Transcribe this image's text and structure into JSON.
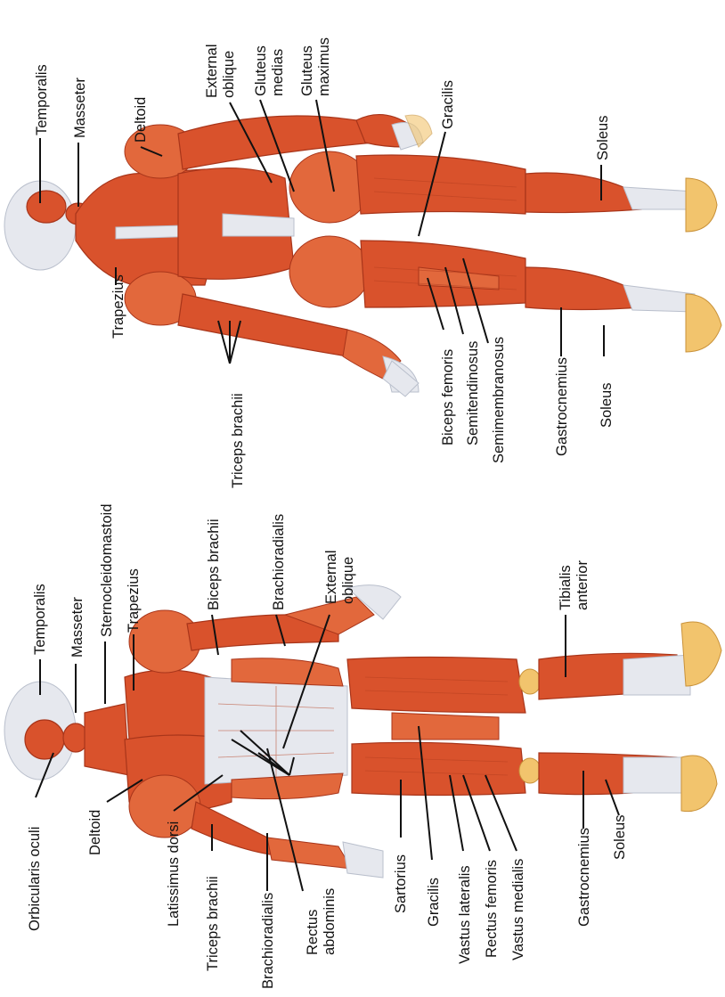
{
  "figures": {
    "anterior": {
      "labels": {
        "orbicularis_oculi": "Orbicularis oculi",
        "temporalis": "Temporalis",
        "masseter": "Masseter",
        "sternocleidomastoid": "Sternocleidomastoid",
        "trapezius": "Trapezius",
        "deltoid": "Deltoid",
        "biceps_brachii": "Biceps brachii",
        "latissimus_dorsi": "Latissimus dorsi",
        "triceps_brachii": "Triceps brachii",
        "brachioradialis_arm": "Brachioradialis",
        "brachioradialis_left": "Brachioradialis",
        "rectus_abdominis_1": "Rectus",
        "rectus_abdominis_2": "abdominis",
        "external_oblique_1": "External",
        "external_oblique_2": "oblique",
        "sartorius": "Sartorius",
        "gracilis": "Gracilis",
        "vastus_lateralis": "Vastus lateralis",
        "rectus_femoris": "Rectus femoris",
        "vastus_medialis": "Vastus medialis",
        "tibialis_anterior_1": "Tibialis",
        "tibialis_anterior_2": "anterior",
        "gastrocnemius": "Gastrocnemius",
        "soleus": "Soleus"
      }
    },
    "posterior": {
      "labels": {
        "temporalis": "Temporalis",
        "masseter": "Masseter",
        "deltoid": "Deltoid",
        "external_oblique_1": "External",
        "external_oblique_2": "oblique",
        "gluteus_medias_1": "Gluteus",
        "gluteus_medias_2": "medias",
        "gluteus_maximus_1": "Gluteus",
        "gluteus_maximus_2": "maximus",
        "gracilis": "Gracilis",
        "soleus_top": "Soleus",
        "trapezius": "Trapezius",
        "triceps_brachii": "Triceps brachii",
        "biceps_femoris": "Biceps femoris",
        "semitendinosus": "Semitendinosus",
        "semimembranosus": "Semimembranosus",
        "gastrocnemius": "Gastrocnemius",
        "soleus_bottom": "Soleus"
      }
    }
  },
  "colors": {
    "muscle": "#d9522c",
    "tendon": "#e6e8ee",
    "bone": "#f2c46d",
    "text": "#111111"
  }
}
